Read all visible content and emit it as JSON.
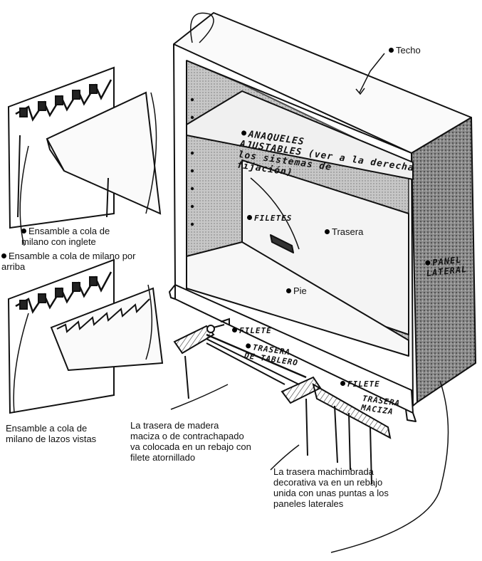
{
  "labels": {
    "techo": "Techo",
    "trasera": "Trasera",
    "pie": "Pie",
    "ensamble_inglete": "Ensamble a cola de\nmilano con inglete",
    "ensamble_arriba": "Ensamble a cola de milano por\narriba",
    "ensamble_vistas": "Ensamble a cola de\nmilano de lazos vistas",
    "trasera_madera": "La trasera de madera\nmaciza o de contrachapado\nva colocada en un rebajo con\nfilete atornillado",
    "trasera_machimbrada": "La trasera machimbrada\ndecorativa va en un rebajo\nunida con unas puntas a los\npaneles laterales"
  },
  "handwritten": {
    "anaqueles": "ANAQUELES\nAJUSTABLES (ver a la derecha\nlos sistemas de\nfijación)",
    "filetes": "FILETES",
    "panel_lateral": "PANEL\nLATERAL",
    "filete_1": "FILETE",
    "trasera_tablero": "TRASERA\nDE TABLERO",
    "filete_2": "FILETE",
    "trasera_maciza": "TRASERA\nMACIZA"
  }
}
